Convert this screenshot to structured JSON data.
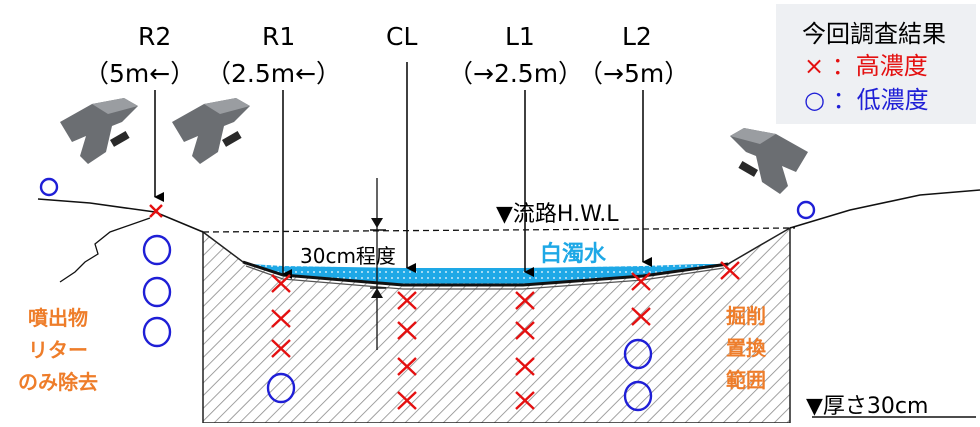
{
  "legend": {
    "title": "今回調査結果",
    "high": "× ：高濃度",
    "low": "○ ：低濃度"
  },
  "points": [
    {
      "id": "R2",
      "label": "R2",
      "offset": "（5m←）"
    },
    {
      "id": "R1",
      "label": "R1",
      "offset": "（2.5m←）"
    },
    {
      "id": "CL",
      "label": "CL",
      "offset": ""
    },
    {
      "id": "L1",
      "label": "L1",
      "offset": "（→2.5m）"
    },
    {
      "id": "L2",
      "label": "L2",
      "offset": "（→5m）"
    }
  ],
  "annotations": {
    "hwl": "▼流路H.W.L",
    "depth": "30cm程度",
    "water": "白濁水",
    "left_note": [
      "噴出物",
      "リター",
      "のみ除去"
    ],
    "right_note": [
      "掘削",
      "置換",
      "範囲"
    ],
    "thickness": "▼厚さ30cm"
  },
  "colors": {
    "high": "#e41010",
    "low": "#1f1fd6",
    "water": "#1ea8e6",
    "note": "#ee7d2a"
  }
}
